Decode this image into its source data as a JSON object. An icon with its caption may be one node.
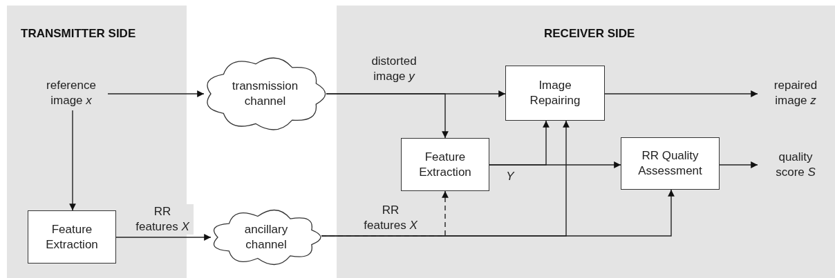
{
  "diagram": {
    "nodes": [
      {
        "text": [
          "TRANSMITTER SIDE"
        ]
      },
      {
        "text": [
          "RECEIVER SIDE"
        ]
      },
      {
        "text": [
          "reference image *x*"
        ],
        "in": 0
      },
      {
        "text": [
          "Feature Extraction"
        ],
        "in": 0
      },
      {
        "text": [
          "transmission channel"
        ]
      },
      {
        "text": [
          "ancillary channel"
        ]
      },
      {
        "text": [
          "Feature Extraction"
        ],
        "in": 1
      },
      {
        "text": [
          "Image Repairing"
        ],
        "in": 1
      },
      {
        "text": [
          "RR Quality Assessment"
        ],
        "in": 1
      },
      {
        "text": [
          "repaired image *z*"
        ],
        "in": 1
      },
      {
        "text": [
          "quality score *S*"
        ],
        "in": 1
      }
    ],
    "edges": [
      {
        "from": 2,
        "to": 4,
        "arrow": "to"
      },
      {
        "from": 2,
        "to": 3,
        "arrow": "to"
      },
      {
        "from": 4,
        "to": 7,
        "arrow": "to",
        "label": "distorted image *y*"
      },
      {
        "from": 4,
        "to": 6,
        "arrow": "to"
      },
      {
        "from": 7,
        "to": 9,
        "arrow": "to"
      },
      {
        "from": 3,
        "to": 5,
        "arrow": "to",
        "label": "RR features *X*"
      },
      {
        "from": 5,
        "to": 6,
        "arrow": "to",
        "style": "dashed"
      },
      {
        "from": 5,
        "to": 7,
        "arrow": "to",
        "label": "RR features *X*"
      },
      {
        "from": 5,
        "to": 8,
        "arrow": "to"
      },
      {
        "from": 6,
        "to": 7,
        "arrow": "to"
      },
      {
        "from": 6,
        "to": 8,
        "arrow": "to",
        "label": "*Y*"
      },
      {
        "from": 8,
        "to": 10,
        "arrow": "to"
      }
    ]
  }
}
